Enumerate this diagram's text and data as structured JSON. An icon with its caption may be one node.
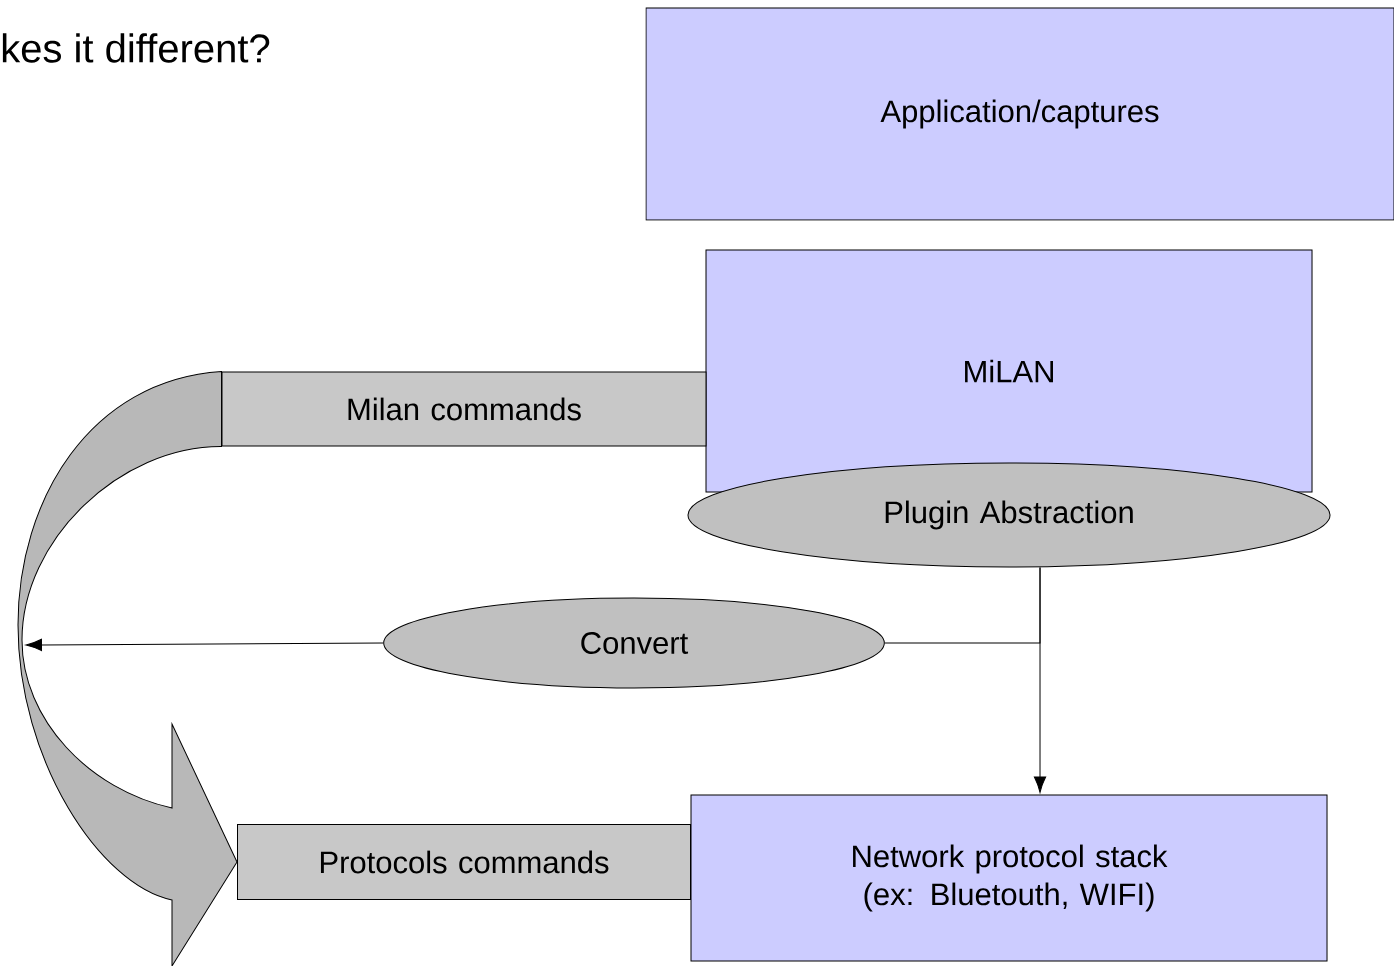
{
  "diagram": {
    "title": "kes it different?",
    "nodes": [
      {
        "text": [
          "Application/captures"
        ]
      },
      {
        "text": [
          "MiLAN"
        ]
      },
      {
        "text": [
          "Plugin Abstraction"
        ]
      },
      {
        "text": [
          "Milan commands"
        ]
      },
      {
        "text": [
          "Convert"
        ]
      },
      {
        "text": [
          "Network protocol stack (ex: Bluetouth, WIFI)"
        ]
      },
      {
        "text": [
          "Protocols commands"
        ]
      }
    ],
    "edges": [
      {
        "from": 3,
        "to": 6,
        "arrow": "to"
      },
      {
        "from": 2,
        "to": 5,
        "arrow": "to"
      },
      {
        "from": 2,
        "to": 4,
        "arrow": "none"
      },
      {
        "from": 4,
        "to": null,
        "arrow": "to"
      }
    ]
  }
}
